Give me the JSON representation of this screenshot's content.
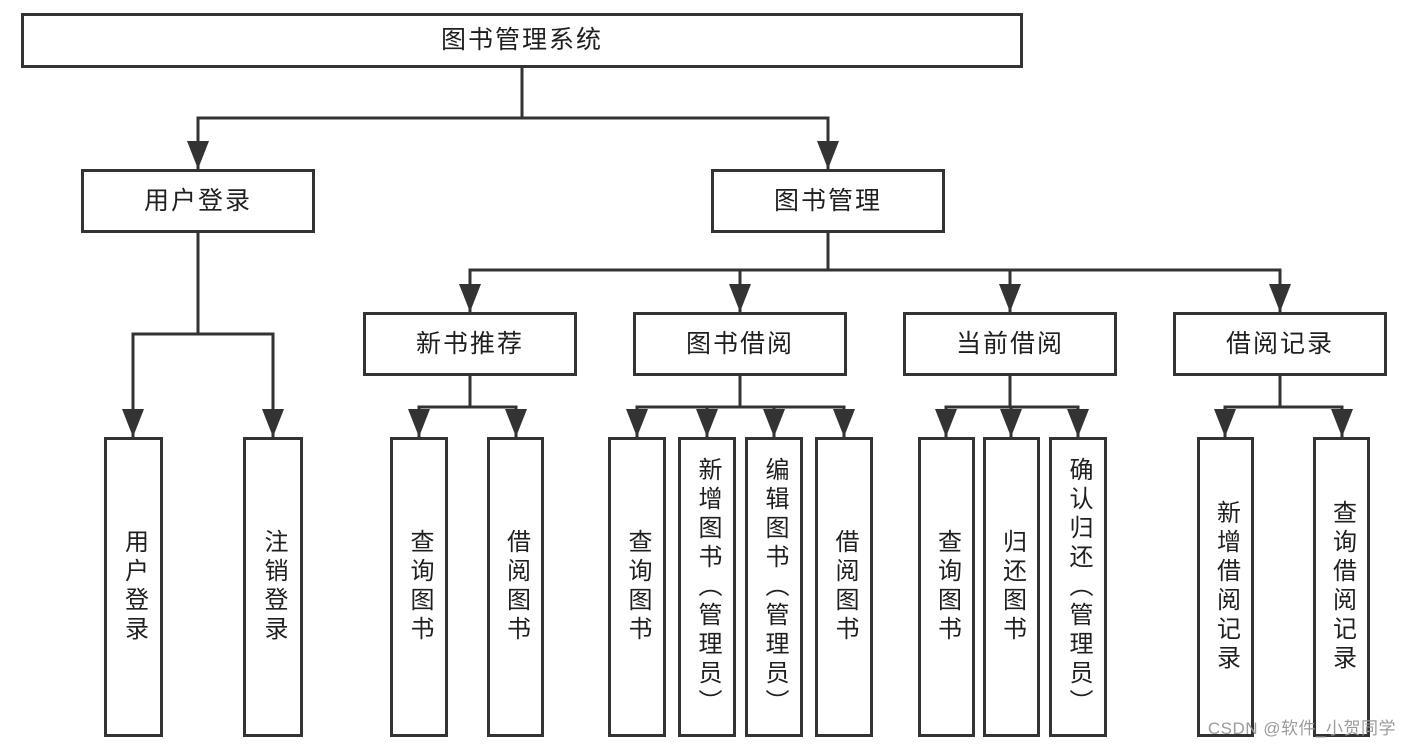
{
  "colors": {
    "line": "#333333",
    "text": "#1f1f1f",
    "watermark": "#9b9b9b",
    "background": "#ffffff"
  },
  "diagram": {
    "type": "hierarchy-tree",
    "root": {
      "label": "图书管理系统"
    },
    "branches": [
      {
        "label": "用户登录",
        "children": [
          {
            "label": "用户登录"
          },
          {
            "label": "注销登录"
          }
        ]
      },
      {
        "label": "图书管理",
        "children": [
          {
            "label": "新书推荐",
            "children": [
              {
                "label": "查询图书"
              },
              {
                "label": "借阅图书"
              }
            ]
          },
          {
            "label": "图书借阅",
            "children": [
              {
                "label": "查询图书"
              },
              {
                "label": "新增图书（管理员）"
              },
              {
                "label": "编辑图书（管理员）"
              },
              {
                "label": "借阅图书"
              }
            ]
          },
          {
            "label": "当前借阅",
            "children": [
              {
                "label": "查询图书"
              },
              {
                "label": "归还图书"
              },
              {
                "label": "确认归还（管理员）"
              }
            ]
          },
          {
            "label": "借阅记录",
            "children": [
              {
                "label": "新增借阅记录"
              },
              {
                "label": "查询借阅记录"
              }
            ]
          }
        ]
      }
    ]
  },
  "watermark": {
    "text": "CSDN @软件_小贺同学"
  }
}
